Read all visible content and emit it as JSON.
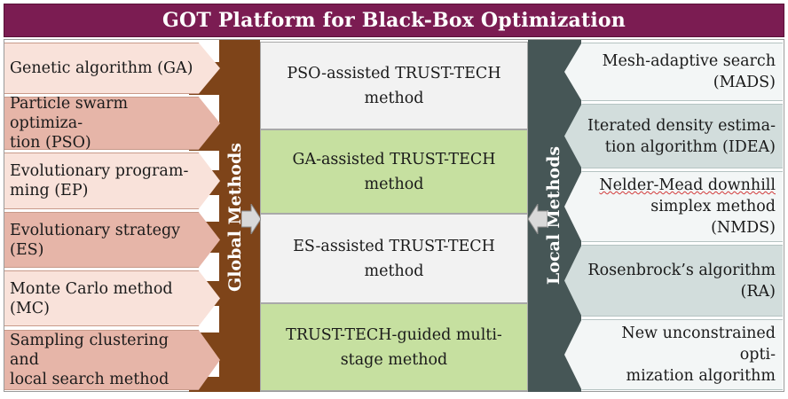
{
  "title": "GOT Platform for Black-Box Optimization",
  "global_label": "Global Methods",
  "local_label": "Local Methods",
  "left_items": [
    [
      "Genetic algorithm (GA)"
    ],
    [
      "Particle swarm optimiza-",
      "tion (PSO)"
    ],
    [
      "Evolutionary program-",
      "ming (EP)"
    ],
    [
      "Evolutionary strategy",
      "(ES)"
    ],
    [
      "Monte Carlo method",
      "(MC)"
    ],
    [
      "Sampling clustering and",
      "local search method"
    ]
  ],
  "center_items": [
    [
      "PSO-assisted TRUST-TECH",
      "method"
    ],
    [
      "GA-assisted TRUST-TECH",
      "method"
    ],
    [
      "ES-assisted TRUST-TECH",
      "method"
    ],
    [
      "TRUST-TECH-guided multi-",
      "stage method"
    ]
  ],
  "right_items": [
    [
      "Mesh-adaptive search",
      "(MADS)"
    ],
    [
      "Iterated density estima-",
      "tion algorithm (IDEA)"
    ],
    [
      "Nelder-Mead downhill",
      "simplex method (NMDS)"
    ],
    [
      "Rosenbrock’s algorithm",
      "(RA)"
    ],
    [
      "New unconstrained opti-",
      "mization algorithm"
    ]
  ],
  "colors": {
    "title_bg": "#7b1c52",
    "global_band": "#7e4419",
    "local_band": "#465656",
    "left_light": "#f9e2da",
    "left_dark": "#e6b5a8",
    "center_light": "#f2f2f2",
    "center_green": "#c6e0a0",
    "right_light": "#f3f6f6",
    "right_dark": "#d2dddc",
    "arrow": "#d9d9d9"
  }
}
